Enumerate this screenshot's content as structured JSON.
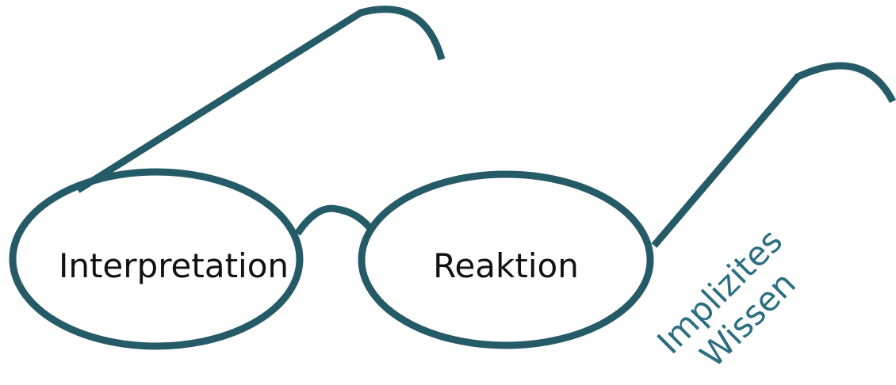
{
  "diagram": {
    "left_lens_label": "Interpretation",
    "right_lens_label": "Reaktion",
    "side_label_line1": "Implizites",
    "side_label_line2": "Wissen"
  },
  "colors": {
    "frame": "#255a67",
    "lens_text": "#111111",
    "side_text": "#2a6e80",
    "background": "#ffffff"
  }
}
